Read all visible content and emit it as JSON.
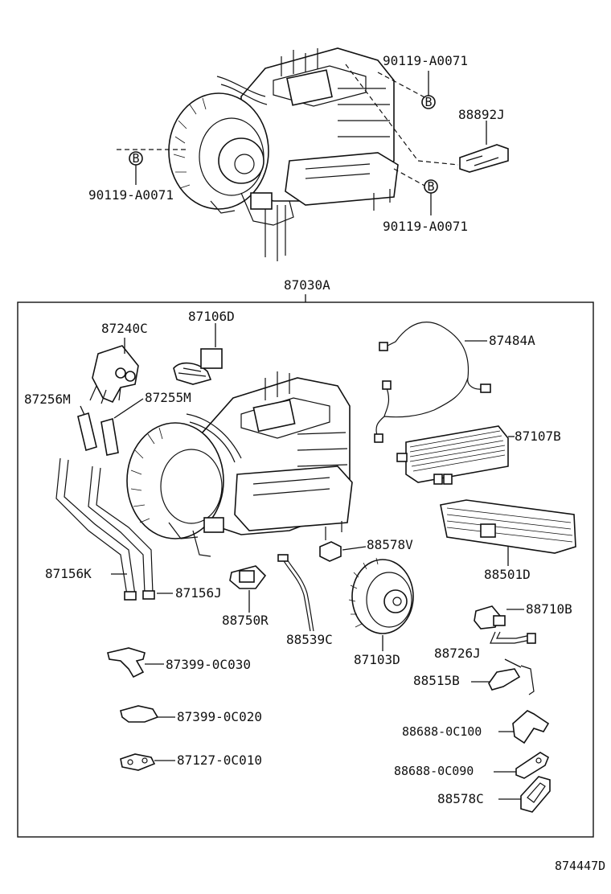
{
  "diagram": {
    "frame_label": "87030A",
    "figure_id": "874447D",
    "bolt_symbol": "B",
    "labels": {
      "bolt_right_top": "90119-A0071",
      "bracket_top": "88892J",
      "bolt_left": "90119-A0071",
      "bolt_right_bottom": "90119-A0071",
      "valve": "87240C",
      "damper_servo": "87106D",
      "wire_harness": "87484A",
      "hose_left": "87256M",
      "hose_right": "87255M",
      "evaporator": "87107B",
      "heater_core": "88501D",
      "cushion": "88578V",
      "pipe_left": "87156K",
      "pipe_right": "87156J",
      "resistor": "88750R",
      "sensor": "88539C",
      "blower_motor": "87103D",
      "expansion_valve": "88710B",
      "liquid_pipe": "88726J",
      "clamp": "88515B",
      "bracket_1": "87399-0C030",
      "bracket_2": "87399-0C020",
      "bracket_3": "87127-0C010",
      "packing_1": "88688-0C100",
      "packing_2": "88688-0C090",
      "packing_3": "88578C"
    }
  }
}
